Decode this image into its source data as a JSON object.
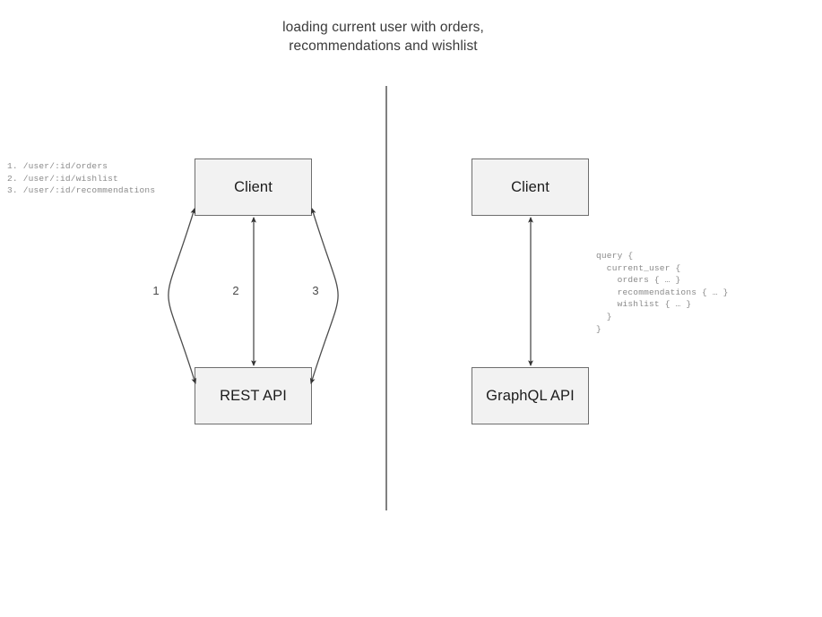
{
  "title": "loading current user with orders,\nrecommendations and wishlist",
  "divider": {
    "name": "vertical-separator"
  },
  "rest_side": {
    "client_label": "Client",
    "api_label": "REST API",
    "endpoints": "1. /user/:id/orders\n2. /user/:id/wishlist\n3. /user/:id/recommendations",
    "edges": [
      {
        "label": "1",
        "direction": "bidirectional",
        "shape": "curve-left"
      },
      {
        "label": "2",
        "direction": "bidirectional",
        "shape": "straight"
      },
      {
        "label": "3",
        "direction": "bidirectional",
        "shape": "curve-right"
      }
    ]
  },
  "graphql_side": {
    "client_label": "Client",
    "api_label": "GraphQL API",
    "query": "query {\n  current_user {\n    orders { … }\n    recommendations { … }\n    wishlist { … }\n  }\n}",
    "edges": [
      {
        "label": "",
        "direction": "bidirectional",
        "shape": "straight"
      }
    ]
  },
  "colors": {
    "box_fill": "#f2f2f2",
    "box_stroke": "#6e6e6e",
    "edge_stroke": "#4d4d4d",
    "divider": "#808080",
    "title_text": "#3a3a3a",
    "code_text": "#8a8a8a"
  }
}
